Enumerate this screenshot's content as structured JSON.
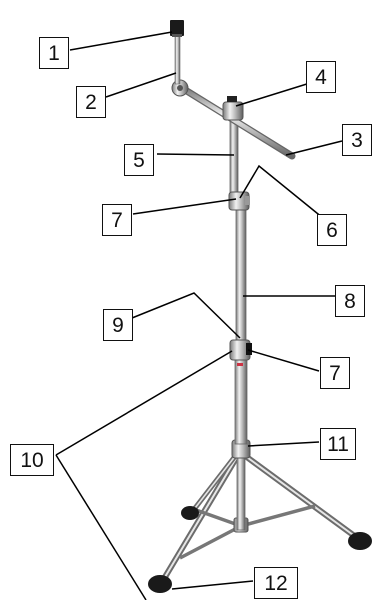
{
  "colors": {
    "chrome_light": "#e9e9e9",
    "chrome_mid": "#b8b8b8",
    "chrome_dark": "#6c6c6c",
    "rubber": "#1a1a1a",
    "leader": "#000000",
    "accent_ring": "#cc3344"
  },
  "labels": {
    "l1": "1",
    "l2": "2",
    "l3": "3",
    "l4": "4",
    "l5": "5",
    "l6": "6",
    "l7a": "7",
    "l7b": "7",
    "l8": "8",
    "l9": "9",
    "l10": "10",
    "l11": "11",
    "l12": "12"
  }
}
